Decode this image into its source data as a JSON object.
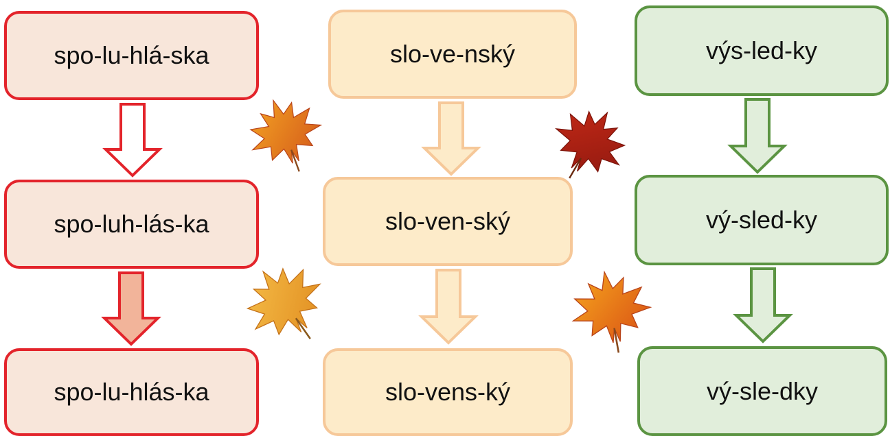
{
  "columns": [
    {
      "color": "red",
      "steps": [
        "spo-lu-hlá-ska",
        "spo-luh-lás-ka",
        "spo-lu-hlás-ka"
      ],
      "arrow_stroke": "#e3242b",
      "arrow_fills": [
        "#ffffff",
        "#f2b49a"
      ]
    },
    {
      "color": "peach",
      "steps": [
        "slo-ve-nský",
        "slo-ven-ský",
        "slo-vens-ký"
      ],
      "arrow_stroke": "#f6c899",
      "arrow_fills": [
        "#fdebc9",
        "#fdebc9"
      ]
    },
    {
      "color": "green",
      "steps": [
        "výs-led-ky",
        "vý-sled-ky",
        "vý-sle-dky"
      ],
      "arrow_stroke": "#5b9442",
      "arrow_fills": [
        "#e1eedb",
        "#e1eedb"
      ]
    }
  ],
  "leaves": [
    "maple-leaf-orange",
    "maple-leaf-red",
    "maple-leaf-yellow",
    "maple-leaf-orange"
  ]
}
